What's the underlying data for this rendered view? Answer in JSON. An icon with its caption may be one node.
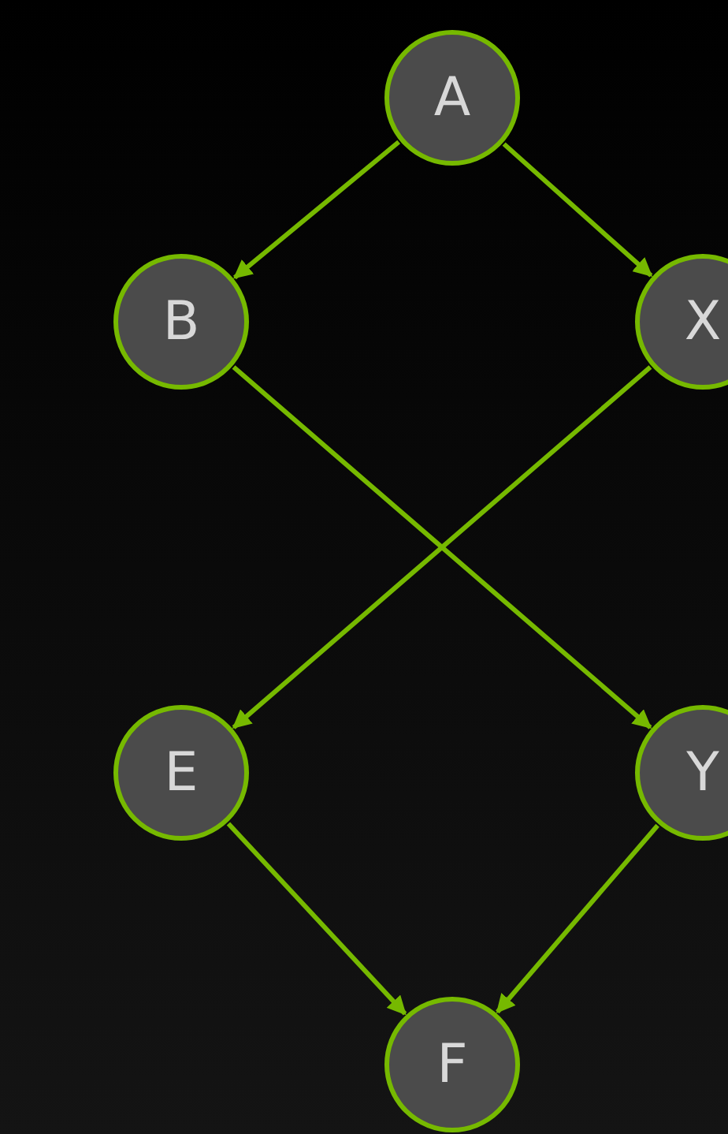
{
  "diagram": {
    "nodes": [
      {
        "text": [
          "A"
        ]
      },
      {
        "text": [
          "B"
        ]
      },
      {
        "text": [
          "X"
        ]
      },
      {
        "text": [
          "E"
        ]
      },
      {
        "text": [
          "Y"
        ]
      },
      {
        "text": [
          "F"
        ]
      }
    ],
    "edges": [
      {
        "from": 0,
        "to": 1,
        "arrow": "to"
      },
      {
        "from": 0,
        "to": 2,
        "arrow": "to"
      },
      {
        "from": 1,
        "to": 4,
        "arrow": "to"
      },
      {
        "from": 2,
        "to": 3,
        "arrow": "to"
      },
      {
        "from": 3,
        "to": 5,
        "arrow": "to"
      },
      {
        "from": 4,
        "to": 5,
        "arrow": "to"
      }
    ]
  }
}
